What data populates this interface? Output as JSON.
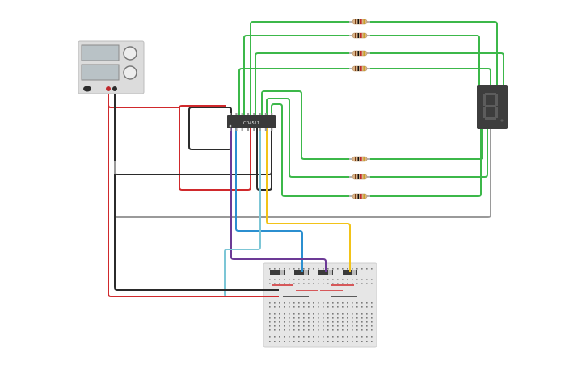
{
  "ic": {
    "label": "CD4511"
  },
  "colors": {
    "background": "#ffffff",
    "wire_green": "#3cb84a",
    "wire_red": "#d0292c",
    "wire_black": "#2b2b2b",
    "wire_blue": "#2b8fd0",
    "wire_purple": "#6c3a96",
    "wire_cyan": "#7cc6d6",
    "wire_yellow": "#f2c318",
    "wire_gray": "#9a9a9a",
    "chip": "#3a3a3a",
    "display_body": "#3d3d3d",
    "breadboard": "#e8e8e8",
    "power_supply": "#dcdcdc"
  },
  "components": {
    "power_supply": "bench-power-supply",
    "ic": "bcd-to-7-segment-decoder",
    "display": "seven-segment-display",
    "resistors": 7,
    "slide_switches": 4,
    "breadboard": "mini-breadboard"
  }
}
